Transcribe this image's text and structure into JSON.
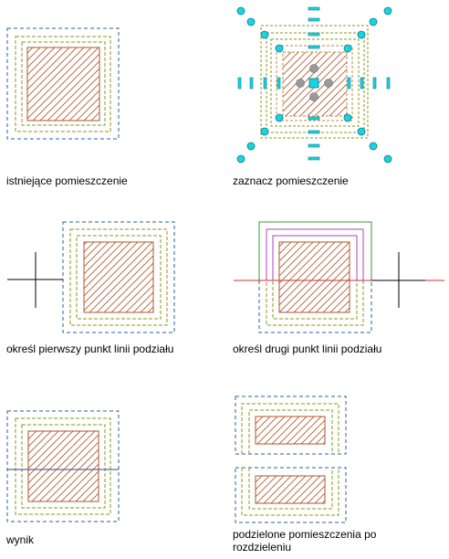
{
  "steps": [
    {
      "caption": "istniejące pomieszczenie"
    },
    {
      "caption": "zaznacz pomieszczenie"
    },
    {
      "caption": "określ pierwszy punkt linii podziału"
    },
    {
      "caption": "określ drugi punkt linii podziału"
    },
    {
      "caption": "wynik"
    },
    {
      "caption": "podzielone pomieszczenia po rozdzieleniu"
    }
  ],
  "colors": {
    "outer": "#2b5f9e",
    "olive": "#8a9a1a",
    "tan": "#c08a3a",
    "hatch": "#b0542a",
    "grip": "#19d3e0",
    "grip_stroke": "#0a7f8a",
    "grip_gray": "#9a9a9a",
    "red_line": "#d23232",
    "magenta": "#b040c0",
    "green": "#3a9a3a",
    "cursor": "#000000",
    "split": "#2b4f7e"
  }
}
